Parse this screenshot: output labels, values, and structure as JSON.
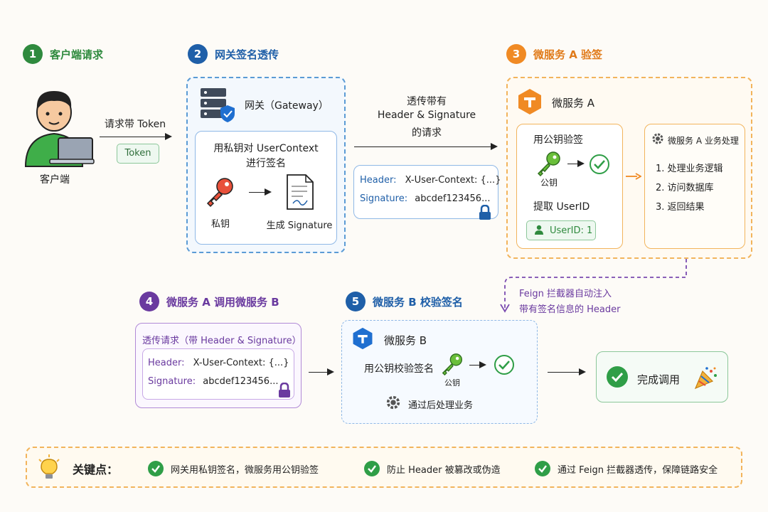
{
  "steps": {
    "s1": {
      "num": "1",
      "title": "客户端请求",
      "color": "#2f8a3e"
    },
    "s2": {
      "num": "2",
      "title": "网关签名透传",
      "color": "#1f5fa8"
    },
    "s3": {
      "num": "3",
      "title": "微服务 A 验签",
      "color": "#e07b1a"
    },
    "s4": {
      "num": "4",
      "title": "微服务 A 调用微服务 B",
      "color": "#6a3a9f"
    },
    "s5": {
      "num": "5",
      "title": "微服务 B 校验签名",
      "color": "#1f5fa8"
    }
  },
  "client": {
    "label": "客户端",
    "request": "请求带 Token",
    "token": "Token"
  },
  "gateway": {
    "title": "网关（Gateway）",
    "inner_line1": "用私钥对 UserContext",
    "inner_line2": "进行签名",
    "private_key": "私钥",
    "generate": "生成 Signature"
  },
  "transfer": {
    "line1": "透传带有",
    "line2": "Header & Signature",
    "line3": "的请求",
    "header_label": "Header:",
    "header_value": "X-User-Context: {...}",
    "sig_label": "Signature:",
    "sig_value": "abcdef123456..."
  },
  "service_a": {
    "title": "微服务 A",
    "verify": "用公钥验签",
    "public_key": "公钥",
    "extract": "提取 UserID",
    "userid": "UserID: 1",
    "biz_title": "微服务 A 业务处理",
    "biz_items": [
      "1. 处理业务逻辑",
      "2. 访问数据库",
      "3. 返回结果"
    ]
  },
  "feign": {
    "line1": "Feign 拦截器自动注入",
    "line2": "带有签名信息的 Header"
  },
  "call_b": {
    "title": "透传请求（带 Header & Signature）",
    "header_label": "Header:",
    "header_value": "X-User-Context: {...}",
    "sig_label": "Signature:",
    "sig_value": "abcdef123456..."
  },
  "service_b": {
    "title": "微服务 B",
    "verify": "用公钥校验签名",
    "public_key": "公钥",
    "after": "通过后处理业务"
  },
  "done": {
    "label": "完成调用"
  },
  "key_points": {
    "title": "关键点：",
    "items": [
      "网关用私钥签名，微服务用公钥验签",
      "防止 Header 被篡改或伪造",
      "通过 Feign 拦截器透传，保障链路安全"
    ]
  },
  "icons": {
    "person": "person-at-laptop-icon",
    "server": "server-shield-icon",
    "key_red": "red-key-icon",
    "document": "signed-document-icon",
    "lock": "lock-icon",
    "key_green": "green-key-icon",
    "check": "check-circle-icon",
    "gear": "gear-icon",
    "hexagon": "service-hexagon-icon",
    "bulb": "lightbulb-icon",
    "party": "party-popper-icon",
    "user": "user-icon"
  }
}
